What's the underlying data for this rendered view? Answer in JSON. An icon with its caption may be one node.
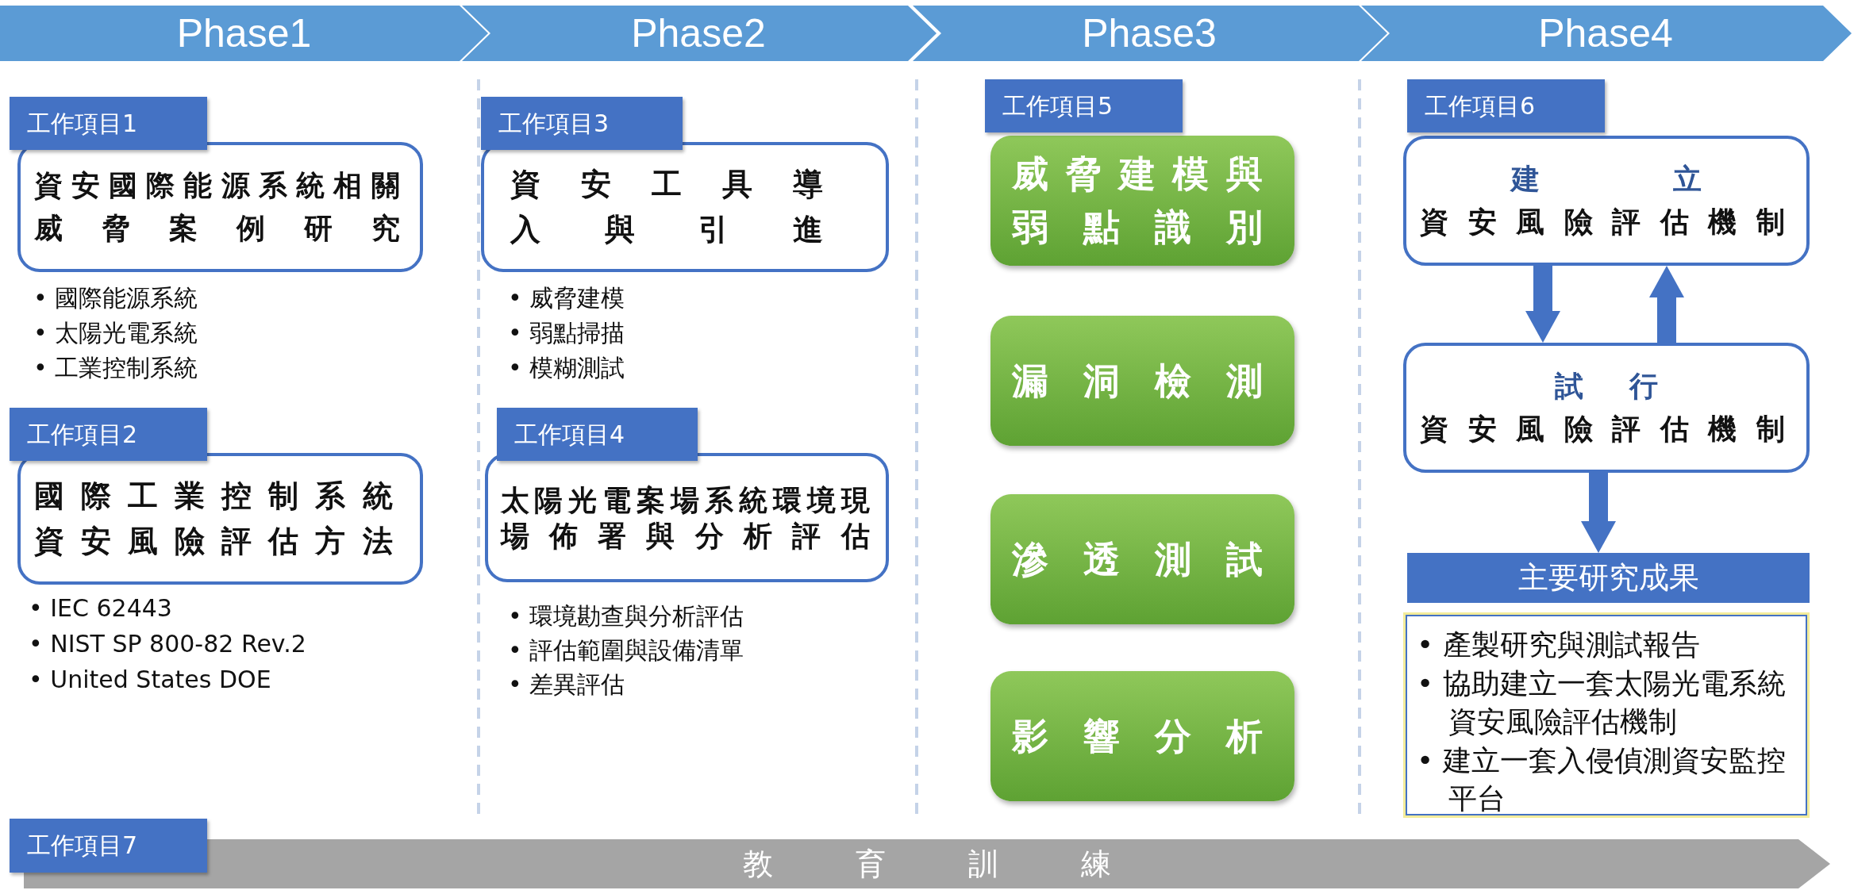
{
  "diagram": {
    "nodes": [
      {
        "text": [
          "Phase1"
        ]
      },
      {
        "text": [
          "Phase2"
        ]
      },
      {
        "text": [
          "Phase3"
        ]
      },
      {
        "text": [
          "Phase4"
        ]
      },
      {
        "text": [
          "工作項目1"
        ]
      },
      {
        "text": [
          "資安國際能源系統相關威脅案例研究"
        ],
        "beside": [
          "• 國際能源系統",
          "• 太陽光電系統",
          "• 工業控制系統"
        ]
      },
      {
        "text": [
          "工作項目2"
        ]
      },
      {
        "text": [
          "國際工業控制系統資安風險評估方法"
        ],
        "beside": [
          "• IEC 62443",
          "• NIST SP 800-82 Rev.2",
          "• United States DOE"
        ]
      },
      {
        "text": [
          "工作項目3"
        ]
      },
      {
        "text": [
          "資安工具導入與引進"
        ],
        "beside": [
          "• 威脅建模",
          "• 弱點掃描",
          "• 模糊測試"
        ]
      },
      {
        "text": [
          "工作項目4"
        ]
      },
      {
        "text": [
          "太陽光電案場系統環境現場佈署與分析評估"
        ],
        "beside": [
          "• 環境勘查與分析評估",
          "• 評估範圍與設備清單",
          "• 差異評估"
        ]
      },
      {
        "text": [
          "工作項目5"
        ]
      },
      {
        "text": [
          "威脅建模與弱點識別"
        ]
      },
      {
        "text": [
          "漏洞檢測"
        ]
      },
      {
        "text": [
          "滲透測試"
        ]
      },
      {
        "text": [
          "影響分析"
        ]
      },
      {
        "text": [
          "工作項目6"
        ]
      },
      {
        "text": [
          "建立",
          "資安風險評估機制"
        ]
      },
      {
        "text": [
          "試行",
          "資安風險評估機制"
        ]
      },
      {
        "text": [
          "主要研究成果"
        ]
      },
      {
        "text": [
          "• 產製研究與測試報告",
          "• 協助建立一套太陽光電系統資安風險評估機制",
          "• 建立一套入侵偵測資安監控平台"
        ]
      },
      {
        "text": [
          "工作項目7"
        ]
      },
      {
        "text": [
          "教育訓練"
        ]
      }
    ],
    "edges": [
      {
        "from": 18,
        "to": 19,
        "arrow": "to"
      },
      {
        "from": 19,
        "to": 18,
        "arrow": "to"
      },
      {
        "from": 19,
        "to": 20,
        "arrow": "to"
      }
    ]
  }
}
